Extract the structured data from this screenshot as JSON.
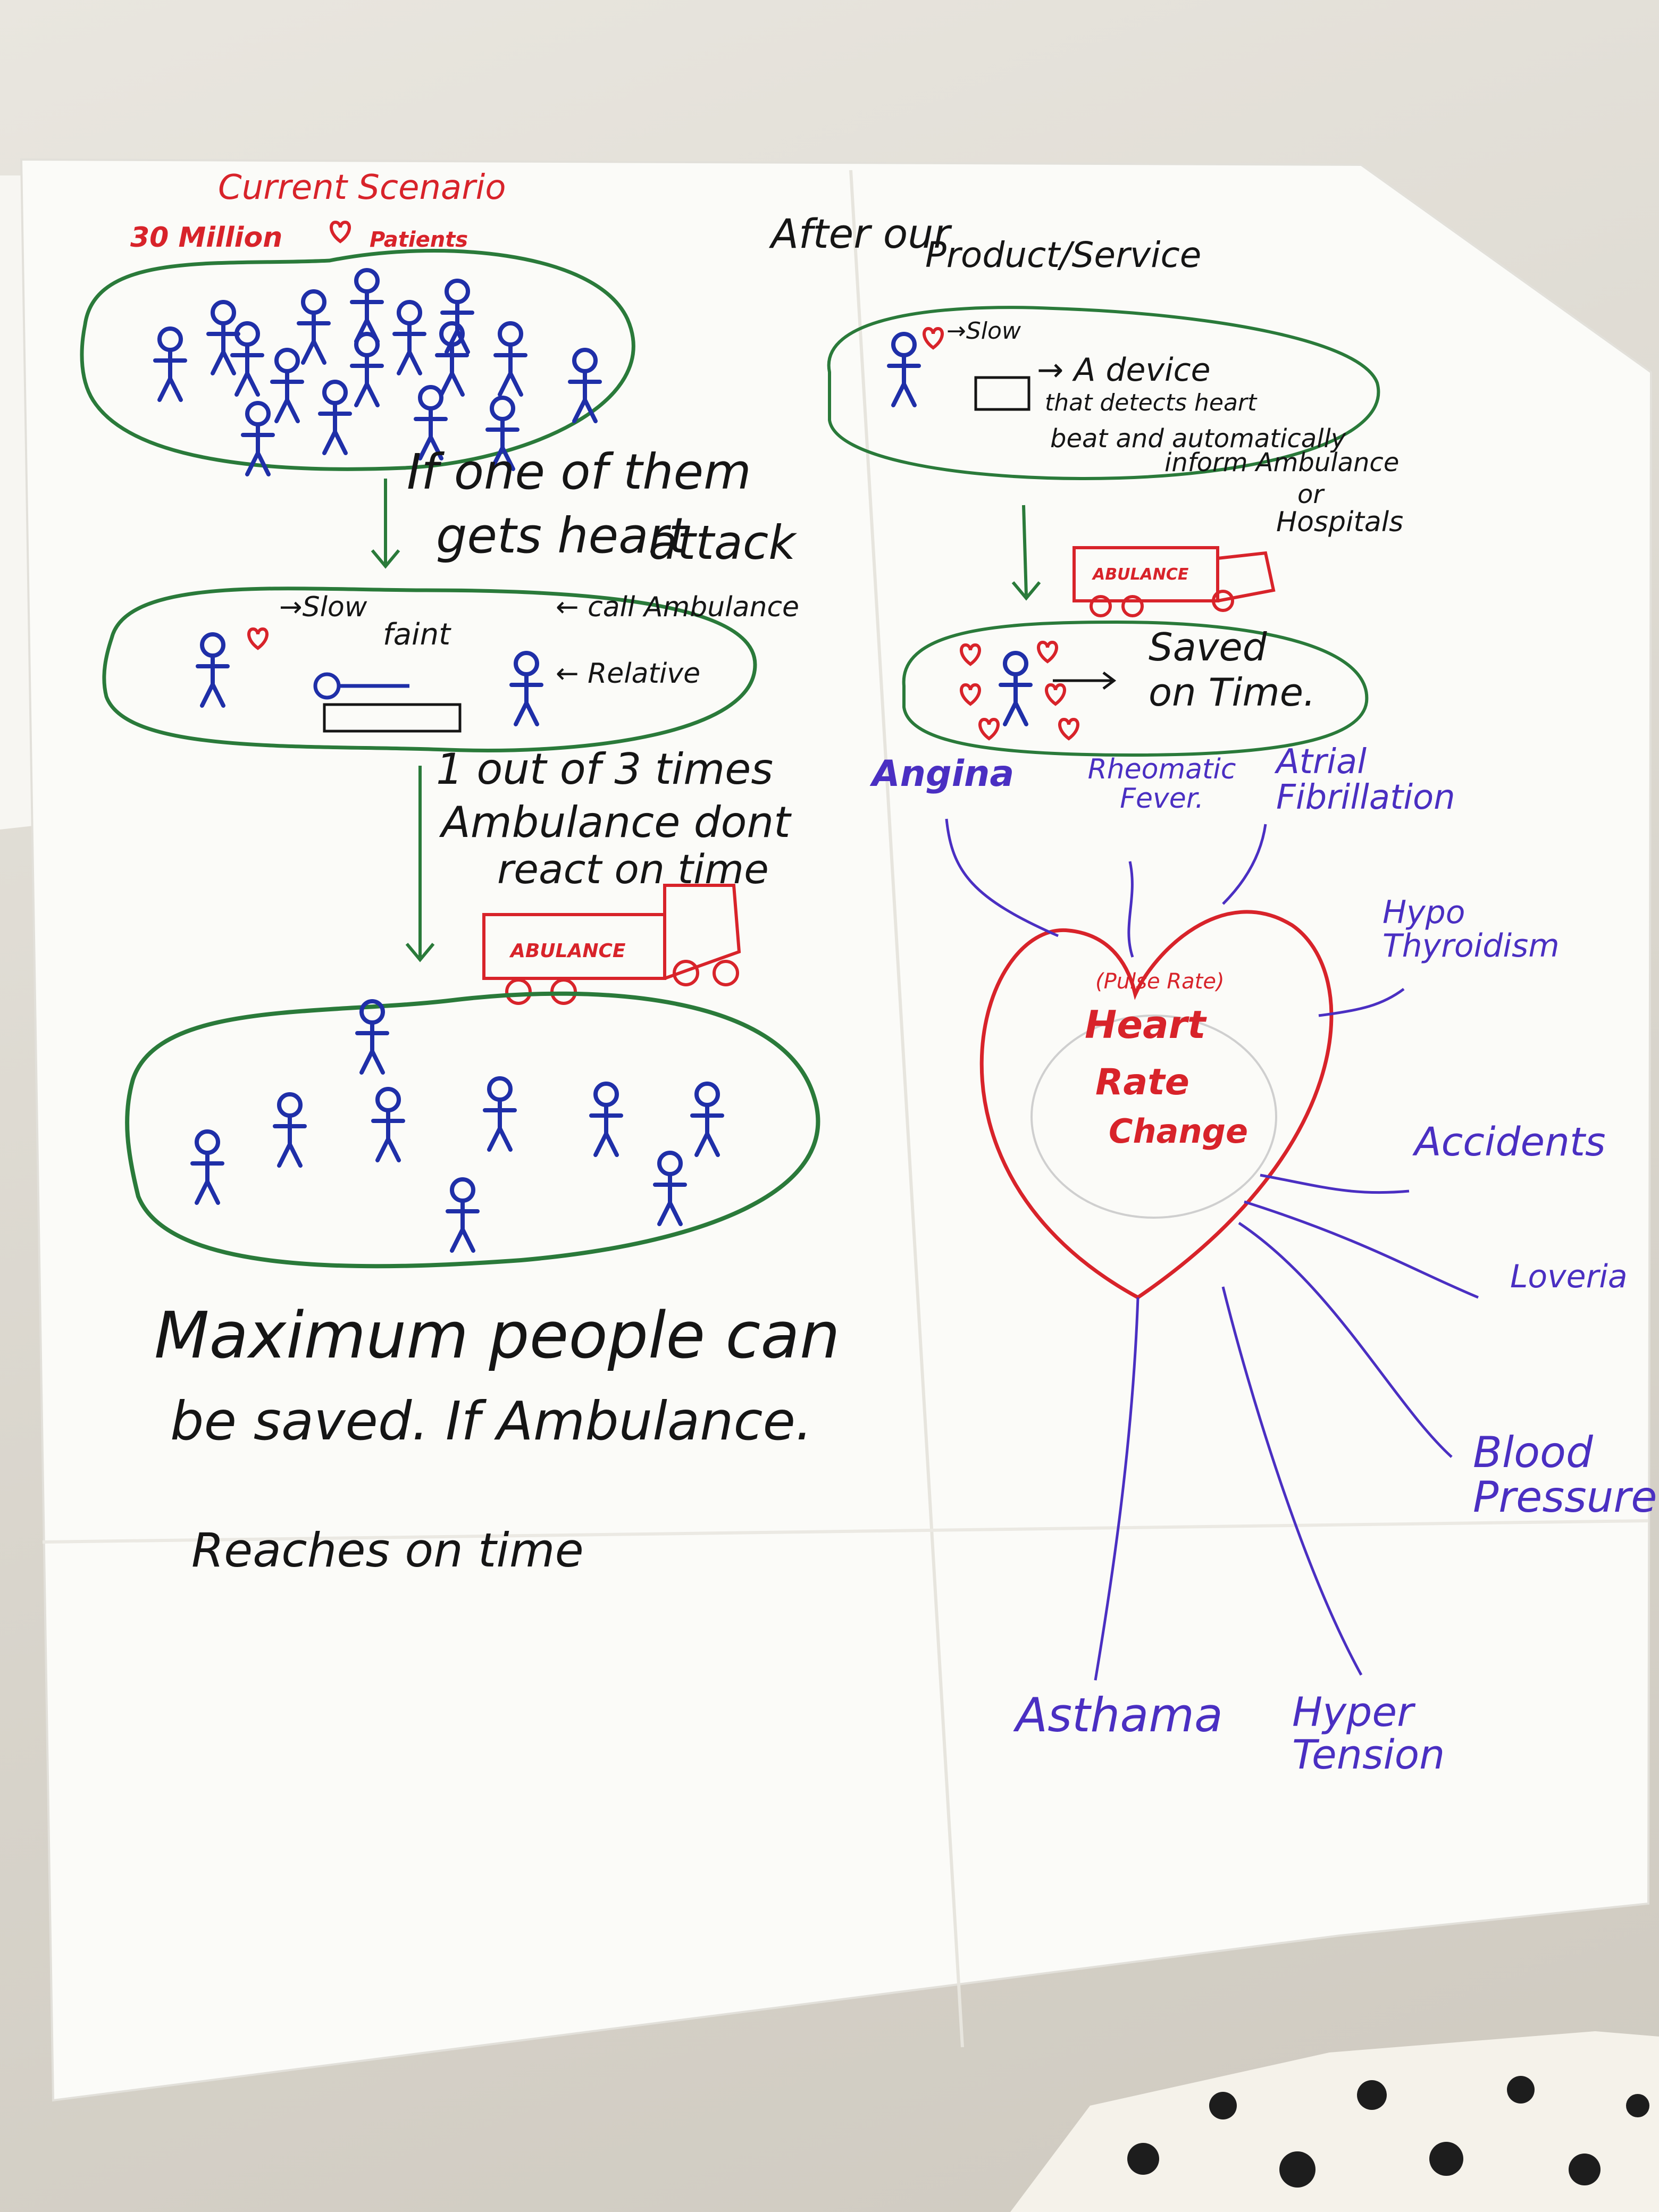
{
  "left": {
    "title": "Current Scenario",
    "subtitle_pre": "30 Million",
    "subtitle_post": "Patients",
    "step1": [
      "If one of them",
      "gets heart",
      "attack"
    ],
    "bubble2": {
      "heart_slow": "→Slow",
      "faint": "faint",
      "call": "← call Ambulance",
      "relative": "← Relative"
    },
    "step2": [
      "1 out of 3 times",
      "Ambulance dont",
      "react on time"
    ],
    "ambulance_label": "ABULANCE",
    "conclusion": [
      "Maximum people can",
      "be saved. If Ambulance.",
      "Reaches on time"
    ]
  },
  "right": {
    "title": [
      "After our",
      "Product/Service"
    ],
    "bubble1": {
      "heart_slow": "→Slow",
      "device": [
        "→ A device",
        "that detects heart",
        "beat and automatically",
        "inform Ambulance",
        "or",
        "Hospitals"
      ]
    },
    "ambulance_label": "ABULANCE",
    "saved": [
      "Saved",
      "on Time."
    ]
  },
  "mindmap": {
    "center": [
      "(Pulse Rate)",
      "Heart",
      "Rate",
      "Change"
    ],
    "branches": [
      "Angina",
      "Rheomatic Fever.",
      "Atrial Fibrillation",
      "Hypo Thyroidism",
      "Accidents",
      "Loveria",
      "Blood Pressure",
      "Asthama",
      "Hyper Tension"
    ]
  },
  "colors": {
    "red": "#d8232a",
    "black": "#151515",
    "blue": "#1f2fa8",
    "green": "#2a7a3a",
    "purple": "#4a2fc2"
  }
}
